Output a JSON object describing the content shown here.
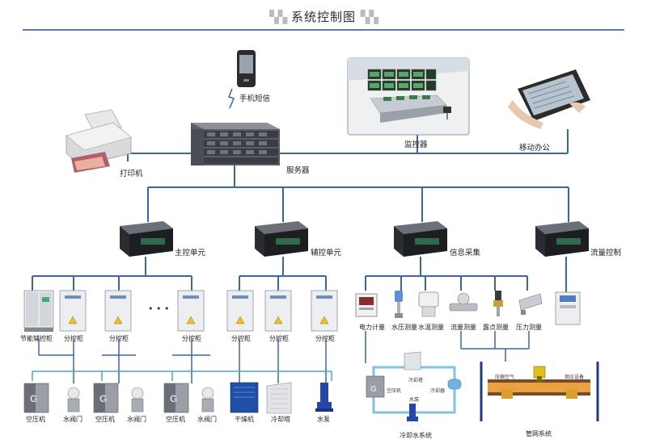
{
  "title": "系统控制图",
  "top": {
    "phone": "手机短信",
    "printer": "打印机",
    "server": "服务器",
    "monitor": "监控器",
    "mobile_office": "移动办公"
  },
  "controllers": [
    "主控单元",
    "辅控单元",
    "信息采集",
    "流量控制"
  ],
  "cabinets": [
    "节能辅控柜",
    "分控柜",
    "分控柜",
    "分控柜",
    "分控柜",
    "分控柜",
    "分控柜"
  ],
  "ellipsis": "• • •",
  "sensors": [
    "电力计量",
    "水压测量",
    "水温测量",
    "流量测量",
    "露点测量",
    "压力测量"
  ],
  "equipment": [
    "空压机",
    "水阀门",
    "空压机",
    "水阀门",
    "空压机",
    "水阀门",
    "干燥机",
    "冷却塔",
    "水泵"
  ],
  "cooling": {
    "title": "冷却水系统",
    "tower": "冷却塔",
    "compressor": "空压机",
    "cooler": "冷却器",
    "pump": "水泵"
  },
  "pipe": {
    "title": "管网系统",
    "left": "压缩空气",
    "right": "供应设备"
  }
}
